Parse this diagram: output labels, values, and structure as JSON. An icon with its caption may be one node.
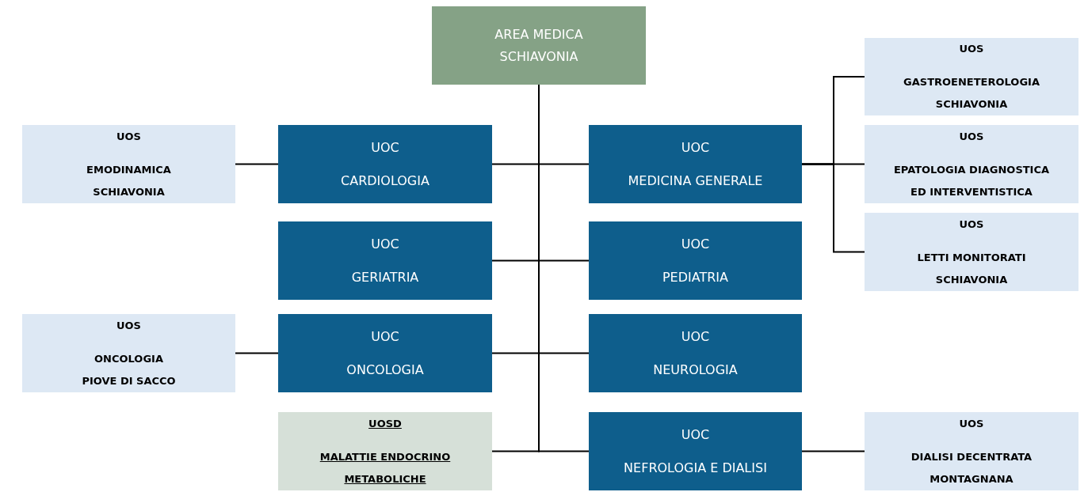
{
  "diagram": {
    "nodes": [
      {
        "text": [
          "AREA MEDICA SCHIAVONIA"
        ]
      },
      {
        "text": [
          "UOS",
          "EMODINAMICA SCHIAVONIA"
        ]
      },
      {
        "text": [
          "UOC",
          "CARDIOLOGIA"
        ]
      },
      {
        "text": [
          "UOC",
          "MEDICINA GENERALE"
        ]
      },
      {
        "text": [
          "UOS",
          "GASTROENETEROLOGIA SCHIAVONIA"
        ]
      },
      {
        "text": [
          "UOS",
          "EPATOLOGIA DIAGNOSTICA ED INTERVENTISTICA"
        ]
      },
      {
        "text": [
          "UOS",
          "LETTI MONITORATI SCHIAVONIA"
        ]
      },
      {
        "text": [
          "UOC",
          "GERIATRIA"
        ]
      },
      {
        "text": [
          "UOC",
          "PEDIATRIA"
        ]
      },
      {
        "text": [
          "UOS",
          "ONCOLOGIA PIOVE DI SACCO"
        ]
      },
      {
        "text": [
          "UOC",
          "ONCOLOGIA"
        ]
      },
      {
        "text": [
          "UOC",
          "NEUROLOGIA"
        ]
      },
      {
        "text": [
          "UOSD",
          "MALATTIE ENDOCRINO METABOLICHE"
        ]
      },
      {
        "text": [
          "UOC",
          "NEFROLOGIA E DIALISI"
        ]
      },
      {
        "text": [
          "UOS",
          "DIALISI DECENTRATA MONTAGNANA"
        ]
      }
    ],
    "edges": [
      {
        "from": 0,
        "to": 2,
        "arrow": "none"
      },
      {
        "from": 0,
        "to": 3,
        "arrow": "none"
      },
      {
        "from": 0,
        "to": 7,
        "arrow": "none"
      },
      {
        "from": 0,
        "to": 8,
        "arrow": "none"
      },
      {
        "from": 0,
        "to": 10,
        "arrow": "none"
      },
      {
        "from": 0,
        "to": 11,
        "arrow": "none"
      },
      {
        "from": 0,
        "to": 12,
        "arrow": "none"
      },
      {
        "from": 0,
        "to": 13,
        "arrow": "none"
      },
      {
        "from": 2,
        "to": 1,
        "arrow": "none"
      },
      {
        "from": 3,
        "to": 4,
        "arrow": "none"
      },
      {
        "from": 3,
        "to": 5,
        "arrow": "none"
      },
      {
        "from": 3,
        "to": 6,
        "arrow": "none"
      },
      {
        "from": 10,
        "to": 9,
        "arrow": "none"
      },
      {
        "from": 13,
        "to": 14,
        "arrow": "none"
      }
    ]
  }
}
